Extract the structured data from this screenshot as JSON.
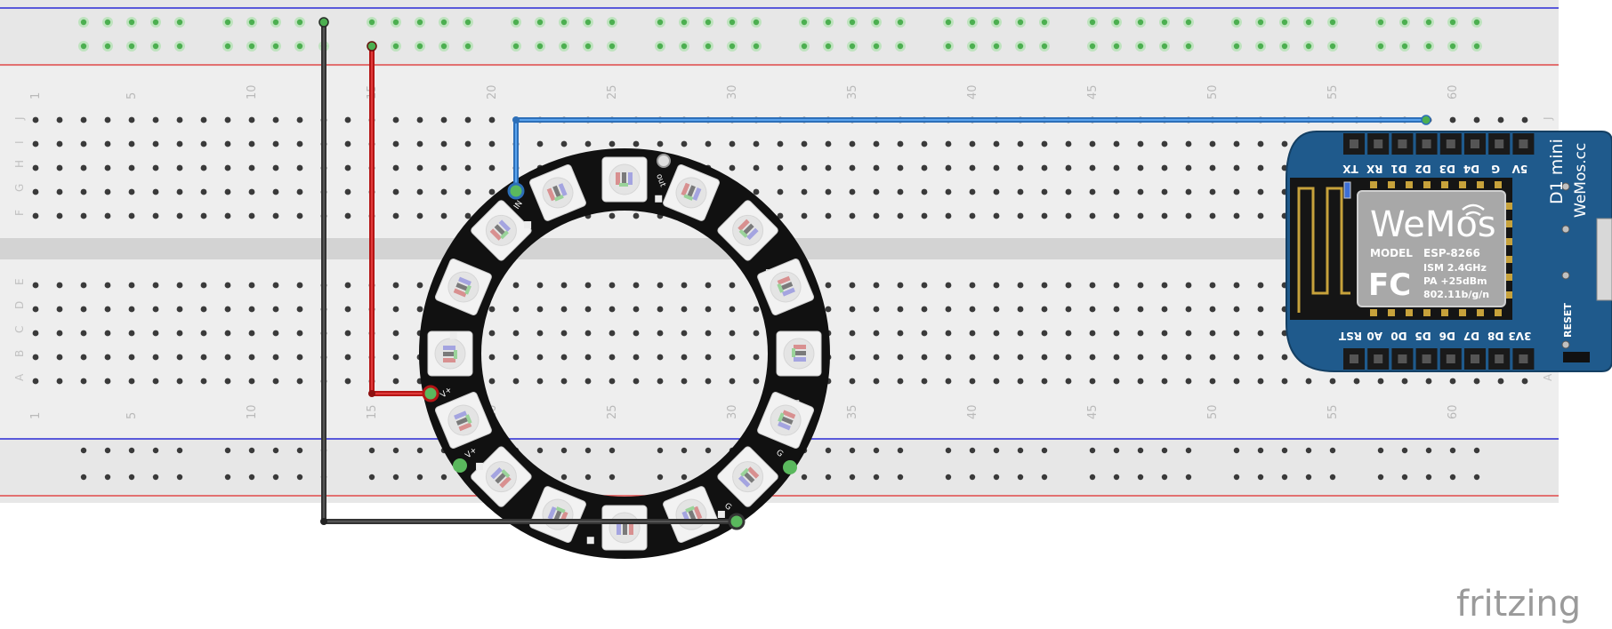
{
  "breadboard": {
    "column_numbers": [
      "1",
      "5",
      "10",
      "15",
      "20",
      "25",
      "30",
      "35",
      "40",
      "45",
      "50",
      "55",
      "60"
    ],
    "rows_top": [
      "J",
      "I",
      "H",
      "G",
      "F"
    ],
    "rows_bottom": [
      "E",
      "D",
      "C",
      "B",
      "A"
    ],
    "colors": {
      "body": "#e6e6e6",
      "rail_blue": "#2b2bd6",
      "rail_red": "#e04a4a",
      "hole": "#3a3a3a",
      "hole_active": "#4caf50"
    }
  },
  "ring": {
    "labels": {
      "in": "IN",
      "out": "out",
      "vplus_top": "V+",
      "vplus_bottom": "V+",
      "gnd_left": "G",
      "gnd_right": "G"
    },
    "pixel_count": 16
  },
  "wemos": {
    "title": "D1 mini",
    "brand_script": "WeMos.cc",
    "logo": "WeMos",
    "chip_model_label": "MODEL",
    "chip_model": "ESP-8266",
    "chip_specs": [
      "ISM 2.4GHz",
      "PA +25dBm",
      "802.11b/g/n"
    ],
    "fcc": "FC",
    "reset_label": "RESET",
    "top_pins": [
      "TX",
      "RX",
      "D1",
      "D2",
      "D3",
      "D4",
      "G",
      "5V"
    ],
    "bottom_pins": [
      "RST",
      "A0",
      "D0",
      "D5",
      "D6",
      "D7",
      "D8",
      "3V3"
    ],
    "colors": {
      "board": "#1f5a8c",
      "shield": "#a8a8a8"
    }
  },
  "wires": {
    "colors": {
      "gnd": "#333333",
      "power": "#cc1f1f",
      "data": "#3b86d6"
    }
  },
  "watermark": "fritzing"
}
